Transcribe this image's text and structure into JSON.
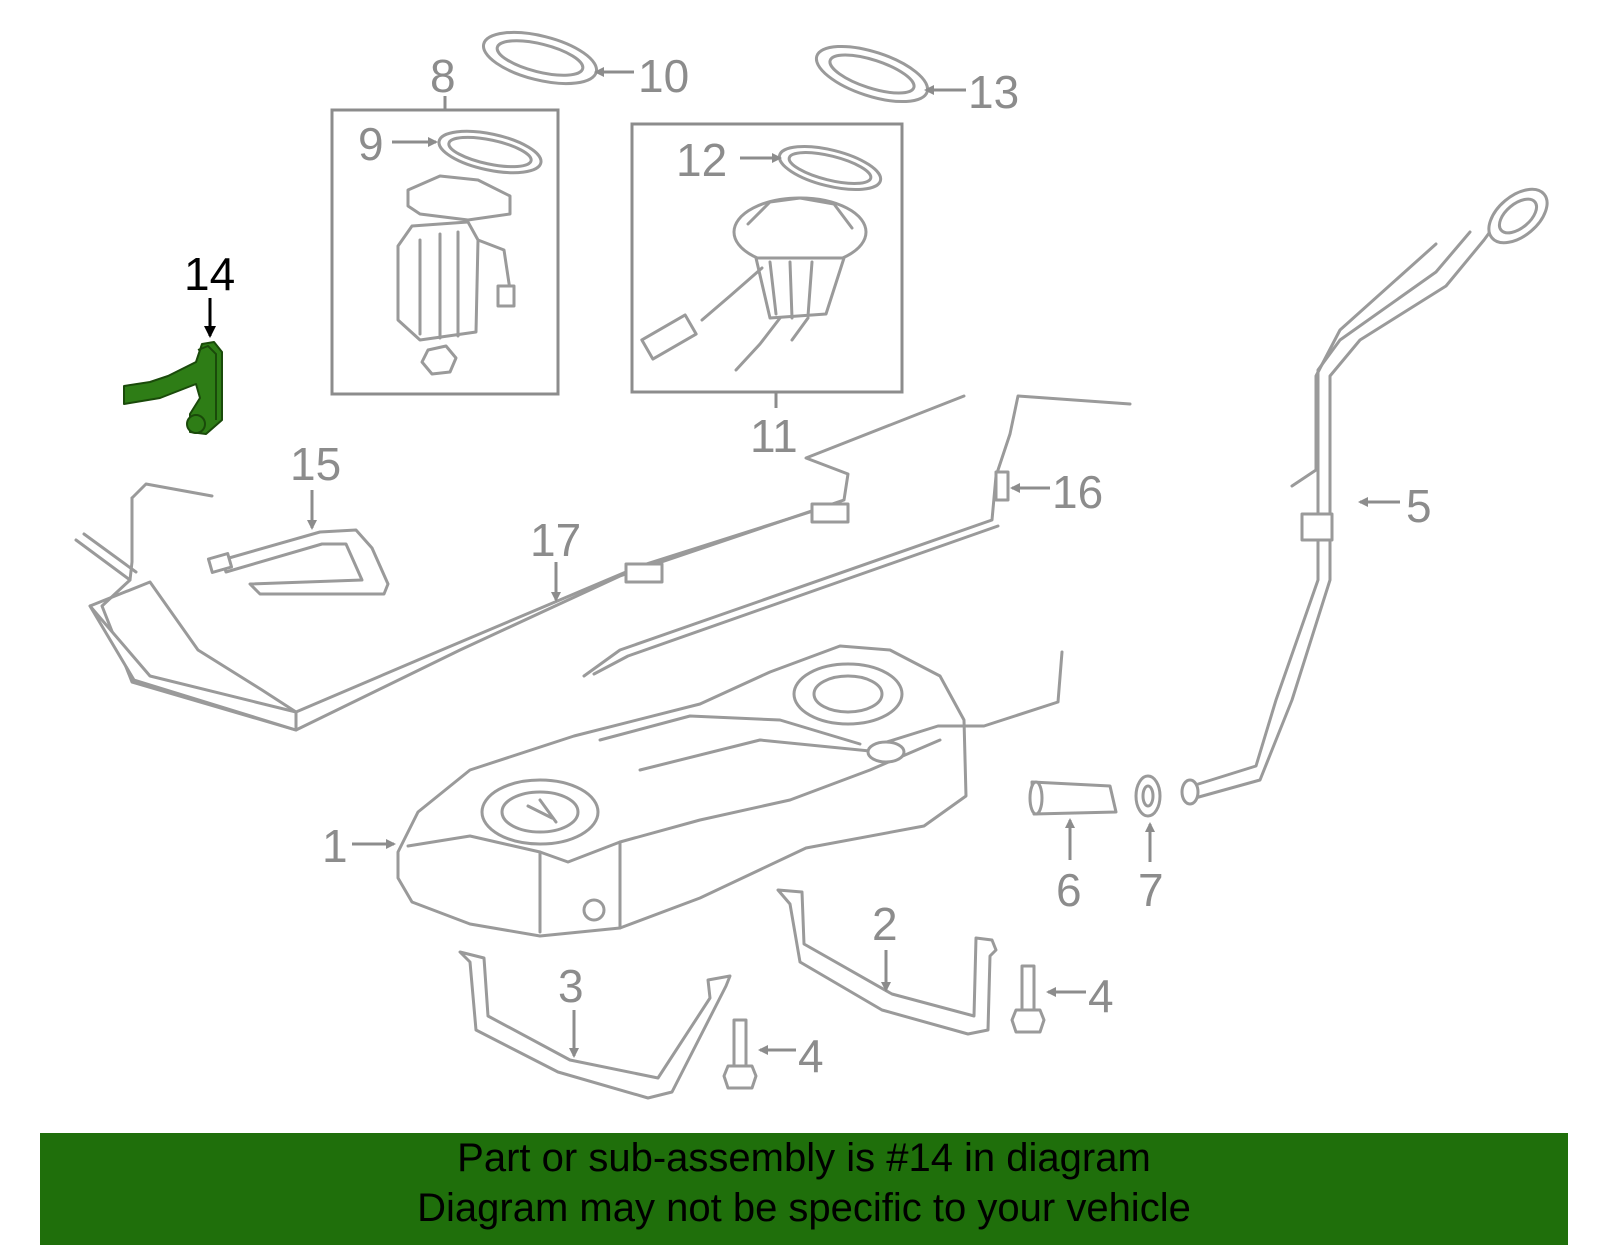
{
  "diagram": {
    "callouts": {
      "c1": "1",
      "c2": "2",
      "c3": "3",
      "c4a": "4",
      "c4b": "4",
      "c5": "5",
      "c6": "6",
      "c7": "7",
      "c8": "8",
      "c9": "9",
      "c10": "10",
      "c11": "11",
      "c12": "12",
      "c13": "13",
      "c14": "14",
      "c15": "15",
      "c16": "16",
      "c17": "17"
    },
    "highlight_part": "14",
    "colors": {
      "highlight": "#2e7d16",
      "line": "#9a9a9a",
      "banner": "#1f6f0b"
    }
  },
  "banner": {
    "line1": "Part or sub-assembly is #14 in diagram",
    "line2": "Diagram may not be specific to your vehicle"
  }
}
